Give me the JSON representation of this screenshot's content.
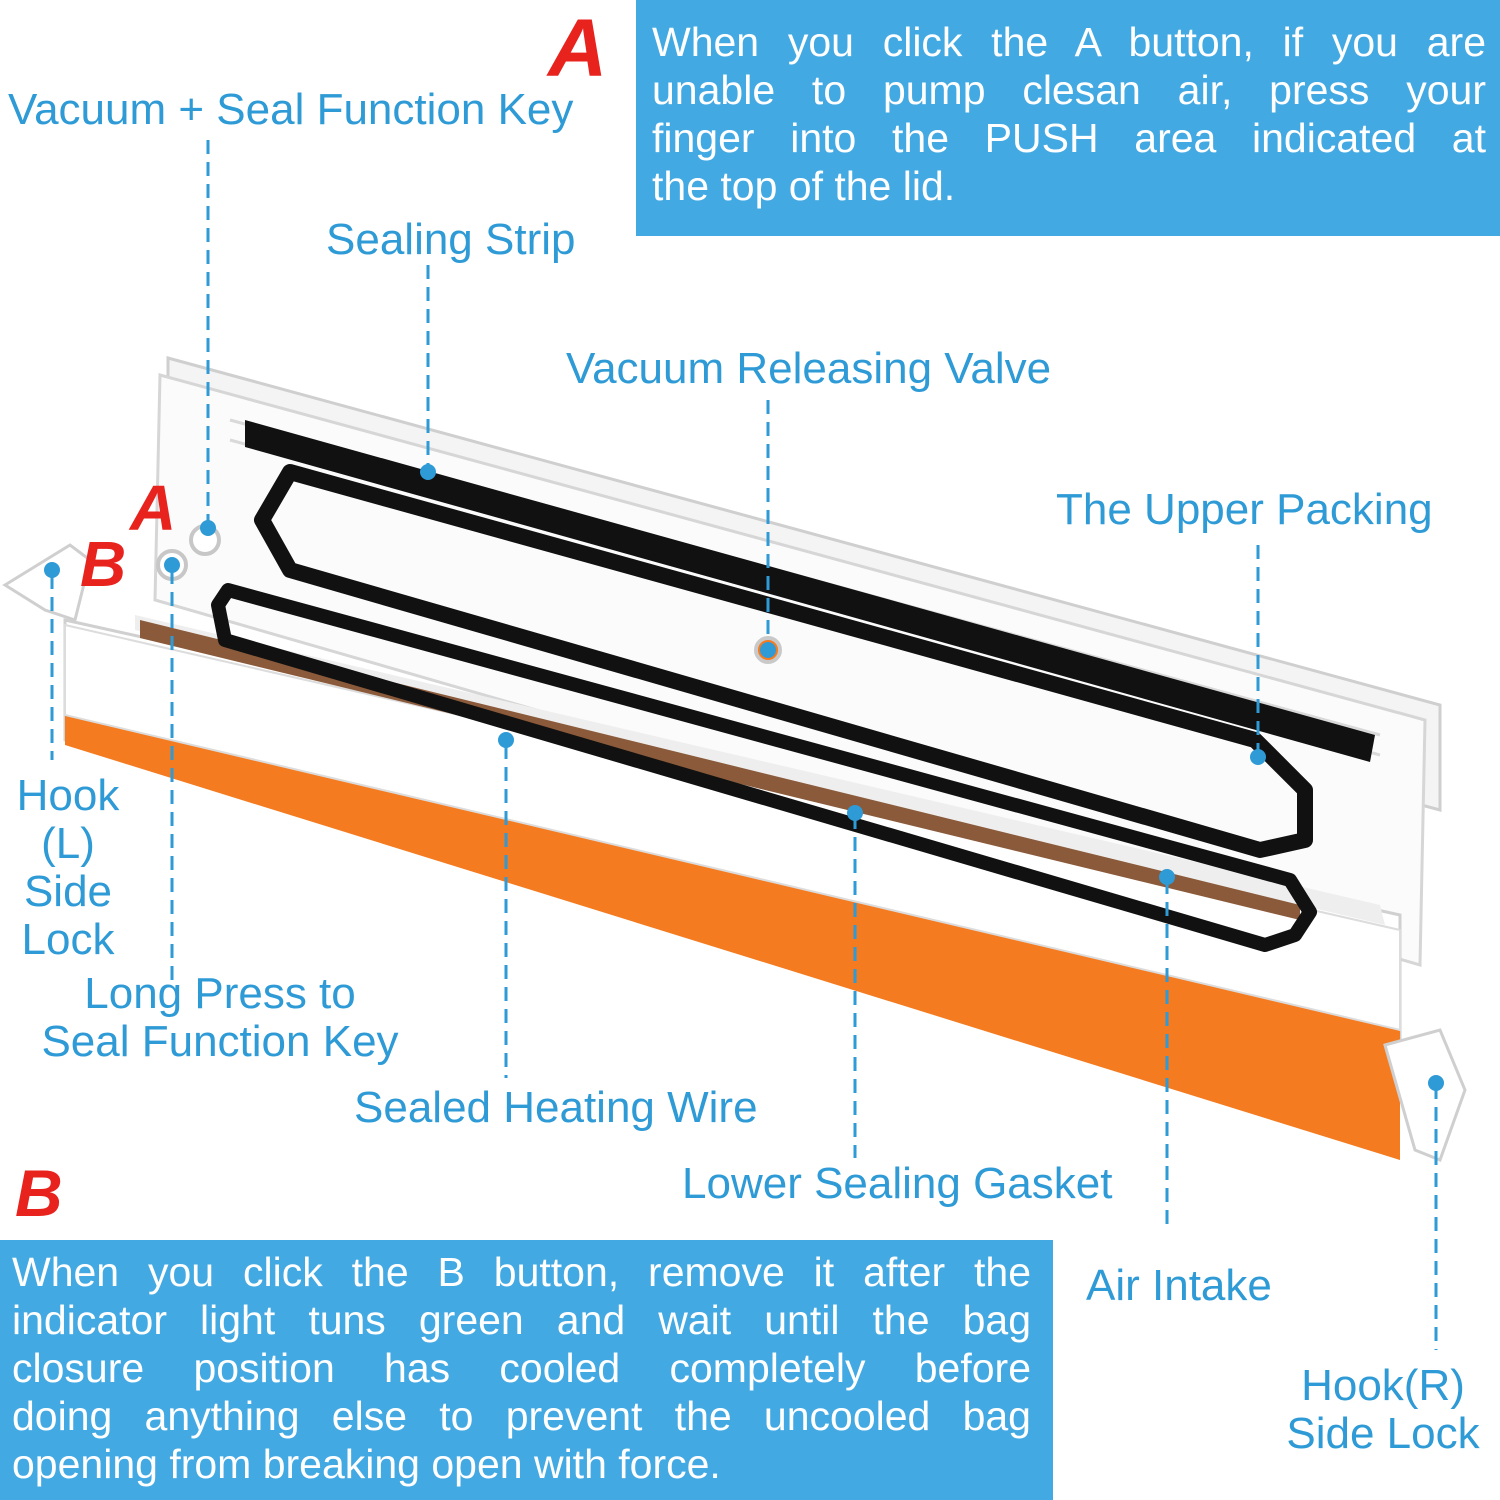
{
  "badges": {
    "a": "A",
    "b": "B"
  },
  "note_a": {
    "badge": "A",
    "lines": [
      "When you click the A button, if you are",
      "unable to pump clesan air, press  your",
      "finger into the PUSH area indicated at",
      "the top of the lid."
    ]
  },
  "note_b": {
    "badge": "B",
    "lines": [
      "When you click the B button, remove it after the",
      "indicator light tuns green and wait until the bag",
      "closure position has cooled completely before",
      "doing anything else to prevent the uncooled bag",
      "opening from breaking open with force."
    ]
  },
  "labels": {
    "vacuum_seal_key": "Vacuum + Seal Function Key",
    "sealing_strip": "Sealing Strip",
    "vacuum_releasing_valve": "Vacuum Releasing Valve",
    "upper_packing": "The Upper Packing",
    "hook_left": [
      "Hook",
      "(L)",
      "Side",
      "Lock"
    ],
    "long_press_key": [
      "Long Press to",
      "Seal Function Key"
    ],
    "sealed_heating_wire": "Sealed Heating Wire",
    "lower_sealing_gasket": "Lower Sealing Gasket",
    "air_intake": "Air Intake",
    "hook_right": [
      "Hook(R)",
      "Side Lock"
    ]
  },
  "colors": {
    "label_blue": "#2e9ad6",
    "note_blue": "#43a9e3",
    "badge_red": "#e8231e",
    "body_orange": "#f47b20",
    "gasket_black": "#111111",
    "wire_brown": "#8a5a3a"
  }
}
